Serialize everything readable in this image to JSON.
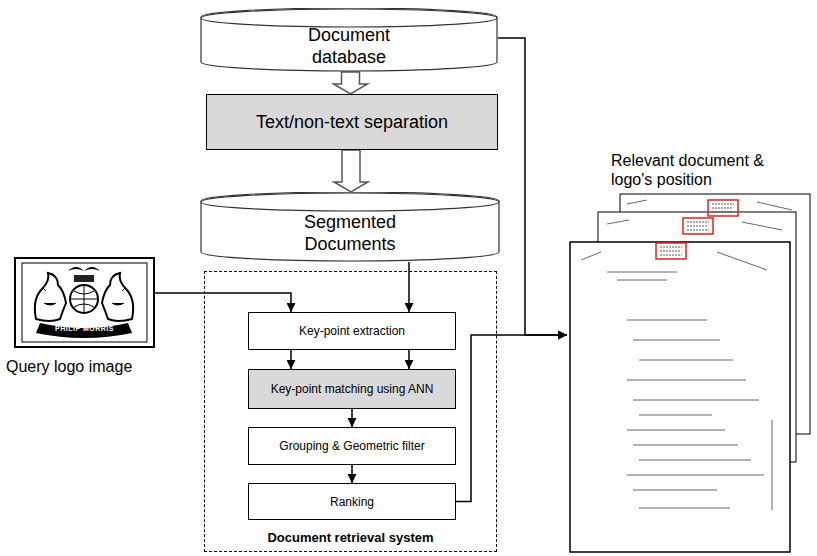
{
  "diagram": {
    "nodes": [
      {
        "text": [
          "Document database"
        ]
      },
      {
        "text": [
          "Text/non-text separation"
        ]
      },
      {
        "text": [
          "Segmented Documents"
        ]
      },
      {
        "text": [
          "Query logo image"
        ]
      },
      {
        "text": [
          "Document retrieval system"
        ]
      },
      {
        "text": [
          "Key-point extraction"
        ],
        "in": 4
      },
      {
        "text": [
          "Key-point matching using ANN"
        ],
        "in": 4
      },
      {
        "text": [
          "Grouping & Geometric filter"
        ],
        "in": 4
      },
      {
        "text": [
          "Ranking"
        ],
        "in": 4
      },
      {
        "text": [
          "Relevant document & logo's position"
        ]
      }
    ],
    "edges": [
      {
        "from": 0,
        "to": 1,
        "arrow": "to"
      },
      {
        "from": 1,
        "to": 2,
        "arrow": "to"
      },
      {
        "from": 2,
        "to": 5,
        "arrow": "to"
      },
      {
        "from": 3,
        "to": 5,
        "arrow": "to"
      },
      {
        "from": 5,
        "to": 6,
        "arrow": "to"
      },
      {
        "from": 5,
        "to": 6,
        "arrow": "to"
      },
      {
        "from": 6,
        "to": 7,
        "arrow": "to"
      },
      {
        "from": 7,
        "to": 8,
        "arrow": "to"
      },
      {
        "from": 8,
        "to": 9,
        "arrow": "to"
      },
      {
        "from": 0,
        "to": 9,
        "arrow": "to"
      }
    ],
    "labels": [
      "PHILIP MORRIS"
    ]
  }
}
